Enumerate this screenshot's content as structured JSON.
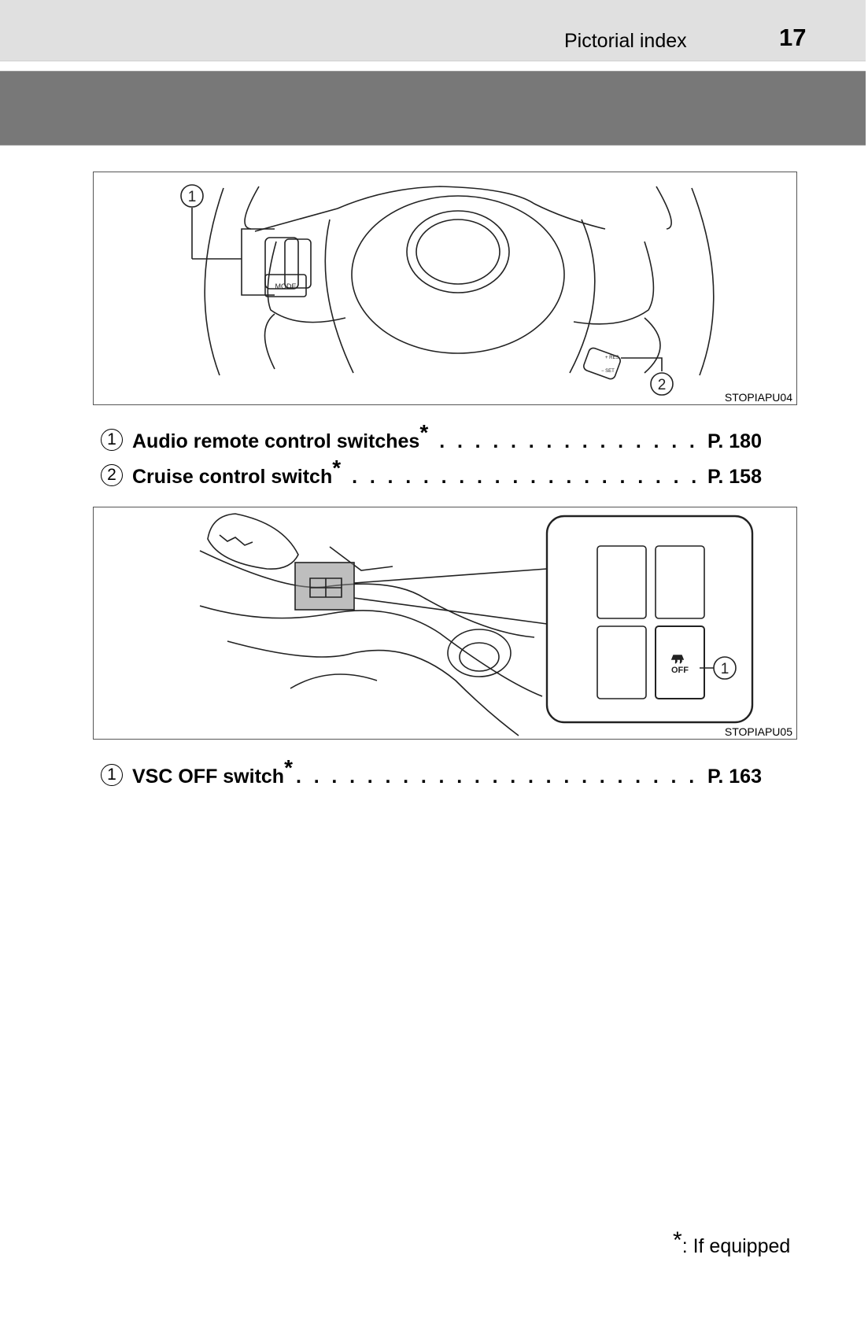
{
  "header": {
    "section_title": "Pictorial index",
    "page_number": "17"
  },
  "figure1": {
    "code": "STOPIAPU04",
    "callouts": [
      "1",
      "2"
    ],
    "labels": {
      "mode": "MODE",
      "res": "+ RES",
      "set": "− SET"
    }
  },
  "items1": [
    {
      "number": "1",
      "label": "Audio remote control switches",
      "asterisk": "*",
      "page": "P. 180"
    },
    {
      "number": "2",
      "label": "Cruise control switch",
      "asterisk": "*",
      "page": "P. 158"
    }
  ],
  "figure2": {
    "code": "STOPIAPU05",
    "callouts": [
      "1"
    ],
    "labels": {
      "off": "OFF"
    }
  },
  "items2": [
    {
      "number": "1",
      "label": "VSC OFF switch",
      "asterisk": "*",
      "page": "P. 163"
    }
  ],
  "footnote": {
    "asterisk": "*",
    "text": ": If equipped"
  },
  "colors": {
    "header_bg": "#e0e0e0",
    "band_bg": "#787878"
  }
}
